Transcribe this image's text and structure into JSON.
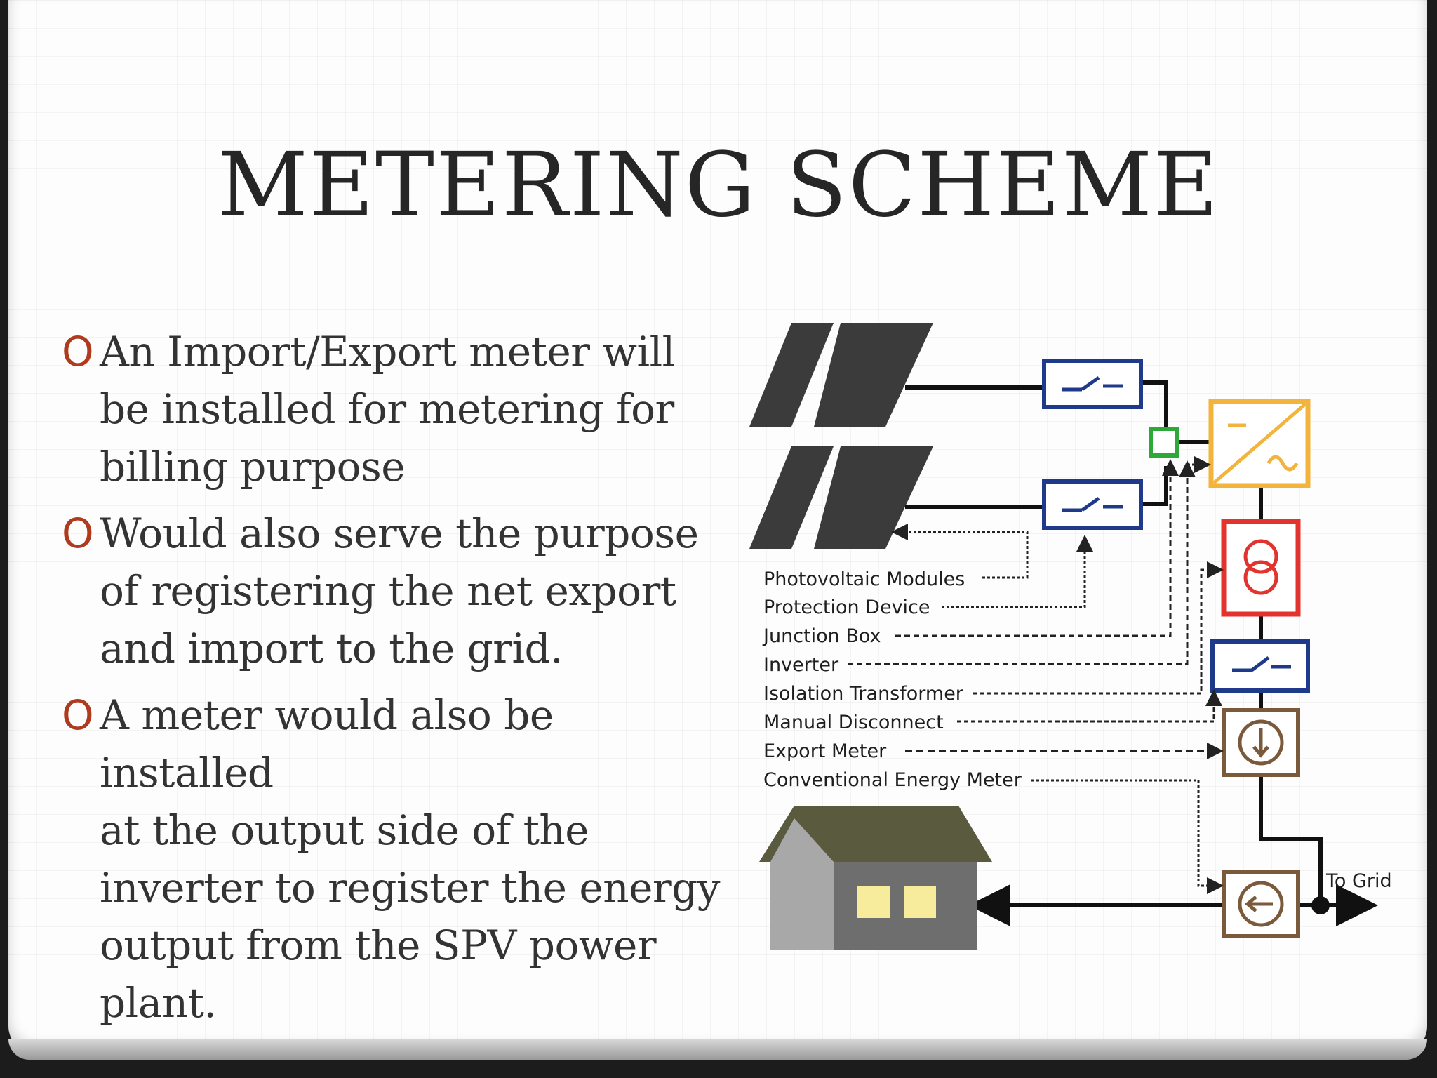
{
  "title": "METERING SCHEME",
  "bullet_marker": "O",
  "bullets": [
    "An Import/Export meter will\nbe installed for metering for\nbilling purpose",
    "Would also serve the purpose\nof registering the net export\nand import to the grid.",
    "A meter would also be installed\nat the output side of the\ninverter to register the energy\noutput from the SPV power\nplant."
  ],
  "diagram": {
    "labels": {
      "pv": "Photovoltaic Modules",
      "protection": "Protection Device",
      "junction": "Junction Box",
      "inverter": "Inverter",
      "isolation": "Isolation Transformer",
      "disconnect": "Manual Disconnect",
      "export_meter": "Export Meter",
      "conventional_meter": "Conventional Energy Meter",
      "to_grid": "To Grid"
    },
    "colors": {
      "panel": "#3b3b3b",
      "protection_device": "#1f3a8a",
      "junction_box": "#2fa83a",
      "inverter": "#f2b43c",
      "transformer": "#e2332f",
      "meter": "#7a5a3a",
      "house_roof": "#5a5a3e",
      "house_wall": "#6e6e6e",
      "house_window": "#f7ec9c"
    }
  }
}
